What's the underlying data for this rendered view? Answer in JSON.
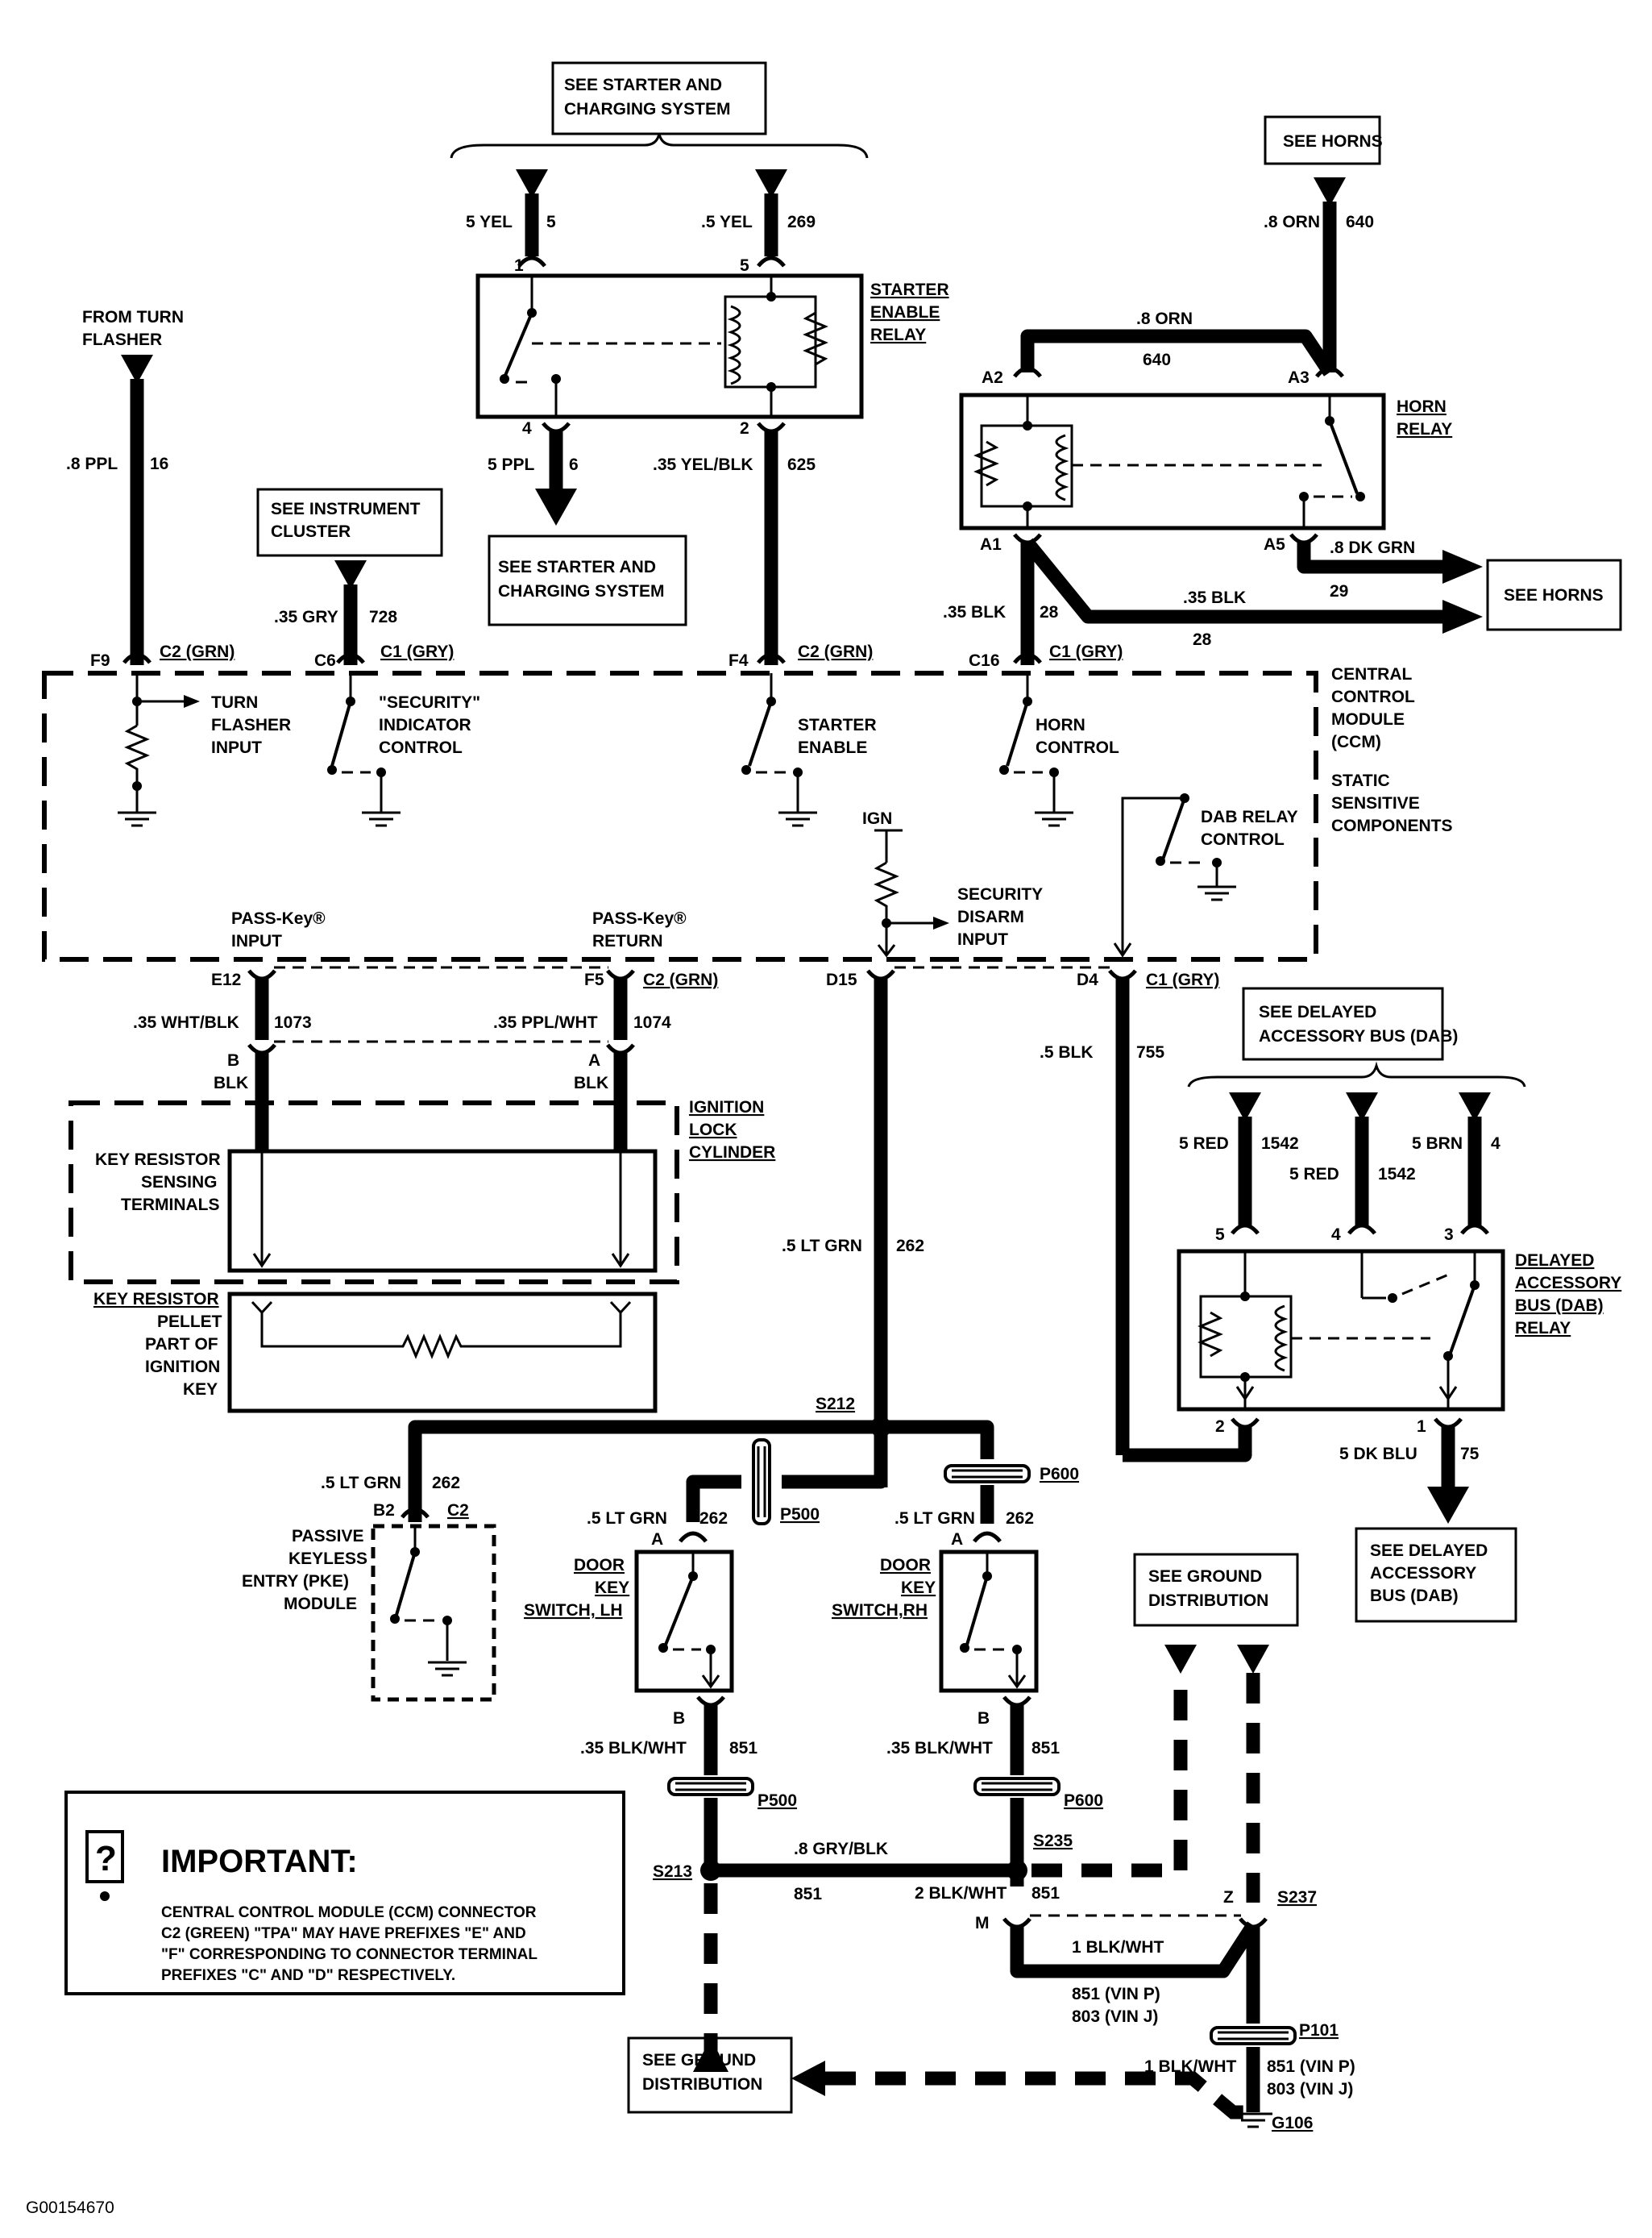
{
  "diagram_id": "G00154670",
  "references": {
    "starter_top": [
      "SEE STARTER AND",
      "CHARGING SYSTEM"
    ],
    "starter_bottom": [
      "SEE STARTER AND",
      "CHARGING SYSTEM"
    ],
    "horns_top": "SEE HORNS",
    "horns_right": "SEE HORNS",
    "instrument_cluster": [
      "SEE INSTRUMENT",
      "CLUSTER"
    ],
    "turn_flasher": [
      "FROM TURN",
      "FLASHER"
    ],
    "dab_top": [
      "SEE DELAYED",
      "ACCESSORY BUS (DAB)"
    ],
    "dab_bottom": [
      "SEE DELAYED",
      "ACCESSORY",
      "BUS (DAB)"
    ],
    "ground_top": [
      "SEE GROUND",
      "DISTRIBUTION"
    ],
    "ground_bottom": [
      "SEE GROUND",
      "DISTRIBUTION"
    ]
  },
  "components": {
    "starter_relay": [
      "STARTER",
      "ENABLE",
      "RELAY"
    ],
    "horn_relay": [
      "HORN",
      "RELAY"
    ],
    "ccm": [
      "CENTRAL",
      "CONTROL",
      "MODULE",
      "(CCM)"
    ],
    "static": [
      "STATIC",
      "SENSITIVE",
      "COMPONENTS"
    ],
    "ignition_lock": [
      "IGNITION",
      "LOCK",
      "CYLINDER"
    ],
    "key_resistor_sensing": [
      "KEY RESISTOR",
      "SENSING",
      "TERMINALS"
    ],
    "key_pellet": [
      "KEY RESISTOR",
      "PELLET",
      "PART OF",
      "IGNITION",
      "KEY"
    ],
    "pke": [
      "PASSIVE",
      "KEYLESS",
      "ENTRY (PKE)",
      "MODULE"
    ],
    "door_lh": [
      "DOOR",
      "KEY",
      "SWITCH, LH"
    ],
    "door_rh": [
      "DOOR",
      "KEY",
      "SWITCH,RH"
    ],
    "dab_relay": [
      "DELAYED",
      "ACCESSORY",
      "BUS (DAB)",
      "RELAY"
    ]
  },
  "ccm_functions": {
    "turn_input": [
      "TURN",
      "FLASHER",
      "INPUT"
    ],
    "security_indicator": [
      "\"SECURITY\"",
      "INDICATOR",
      "CONTROL"
    ],
    "starter_enable": [
      "STARTER",
      "ENABLE"
    ],
    "horn_control": [
      "HORN",
      "CONTROL"
    ],
    "dab_relay_control": [
      "DAB RELAY",
      "CONTROL"
    ],
    "security_disarm": [
      "SECURITY",
      "DISARM",
      "INPUT"
    ],
    "ign": "IGN",
    "passkey_input": [
      "PASS-Key®",
      "INPUT"
    ],
    "passkey_return": [
      "PASS-Key®",
      "RETURN"
    ]
  },
  "connectors": {
    "F9": "F9",
    "C2_grn_1": "C2  (GRN)",
    "C6": "C6",
    "C1_gry_1": "C1  (GRY)",
    "F4": "F4",
    "C2_grn_2": "C2  (GRN)",
    "C16": "C16",
    "C1_gry_2": "C1  (GRY)",
    "E12": "E12",
    "F5": "F5",
    "C2_grn_3": "C2  (GRN)",
    "D15": "D15",
    "D4": "D4",
    "C1_gry_3": "C1  (GRY)",
    "st1": "1",
    "st5": "5",
    "st4": "4",
    "st2": "2",
    "hA2": "A2",
    "hA3": "A3",
    "hA1": "A1",
    "hA5": "A5",
    "ikB": "B",
    "ikBLK1": "BLK",
    "ikA": "A",
    "ikBLK2": "BLK",
    "dab5": "5",
    "dab4": "4",
    "dab3": "3",
    "dab2": "2",
    "dab1": "1",
    "pkeB2": "B2",
    "pkeC2": "C2",
    "lhA": "A",
    "lhB": "B",
    "rhA": "A",
    "rhB": "B",
    "M": "M",
    "Z": "Z"
  },
  "splices": {
    "S212": "S212",
    "S213": "S213",
    "S235": "S235",
    "S237": "S237",
    "P500a": "P500",
    "P500b": "P500",
    "P600a": "P600",
    "P600b": "P600",
    "P101": "P101",
    "G106": "G106"
  },
  "wires": {
    "w5yel": [
      "5 YEL",
      "5"
    ],
    "w05yel": [
      ".5 YEL",
      "269"
    ],
    "w5ppl": [
      "5 PPL",
      "6"
    ],
    "w35yelblk": [
      ".35 YEL/BLK",
      "625"
    ],
    "w8orn_v": [
      ".8 ORN",
      "640"
    ],
    "w8orn_h": [
      ".8 ORN",
      "640"
    ],
    "w8ppl": [
      ".8 PPL",
      "16"
    ],
    "w35gry": [
      ".35 GRY",
      "728"
    ],
    "w35blk_v": [
      ".35 BLK",
      "28"
    ],
    "w35blk_h": [
      ".35 BLK",
      "28"
    ],
    "w8dkgrn": [
      ".8 DK GRN",
      "29"
    ],
    "w35whtblk": [
      ".35 WHT/BLK",
      "1073"
    ],
    "w35pplwht": [
      ".35 PPL/WHT",
      "1074"
    ],
    "w5blk": [
      ".5 BLK",
      "755"
    ],
    "w5ltgrn": [
      ".5 LT GRN",
      "262"
    ],
    "w5red1": [
      "5 RED",
      "1542"
    ],
    "w5red2": [
      "5 RED",
      "1542"
    ],
    "w5brn": [
      "5 BRN",
      "4"
    ],
    "w5dkblu": [
      "5 DK BLU",
      "75"
    ],
    "wpke": [
      ".5 LT GRN",
      "262"
    ],
    "wlh": [
      ".5 LT GRN",
      "262"
    ],
    "wrh": [
      ".5 LT GRN",
      "262"
    ],
    "wlhB": [
      ".35 BLK/WHT",
      "851"
    ],
    "wrhB": [
      ".35 BLK/WHT",
      "851"
    ],
    "w8gryblk": [
      ".8 GRY/BLK",
      "851"
    ],
    "w2blkwht": [
      "2 BLK/WHT",
      "851"
    ],
    "w1blkwht": [
      "1 BLK/WHT",
      "851  (VIN P)",
      "803  (VIN J)"
    ],
    "w1blkwht2": [
      "1 BLK/WHT",
      "851  (VIN P)",
      "803  (VIN J)"
    ]
  },
  "important": {
    "icon": "?",
    "title": "IMPORTANT:",
    "lines": [
      "CENTRAL CONTROL MODULE (CCM) CONNECTOR",
      "C2 (GREEN) \"TPA\" MAY HAVE PREFIXES \"E\" AND",
      "\"F\" CORRESPONDING TO CONNECTOR TERMINAL",
      "PREFIXES \"C\" AND \"D\" RESPECTIVELY."
    ]
  }
}
